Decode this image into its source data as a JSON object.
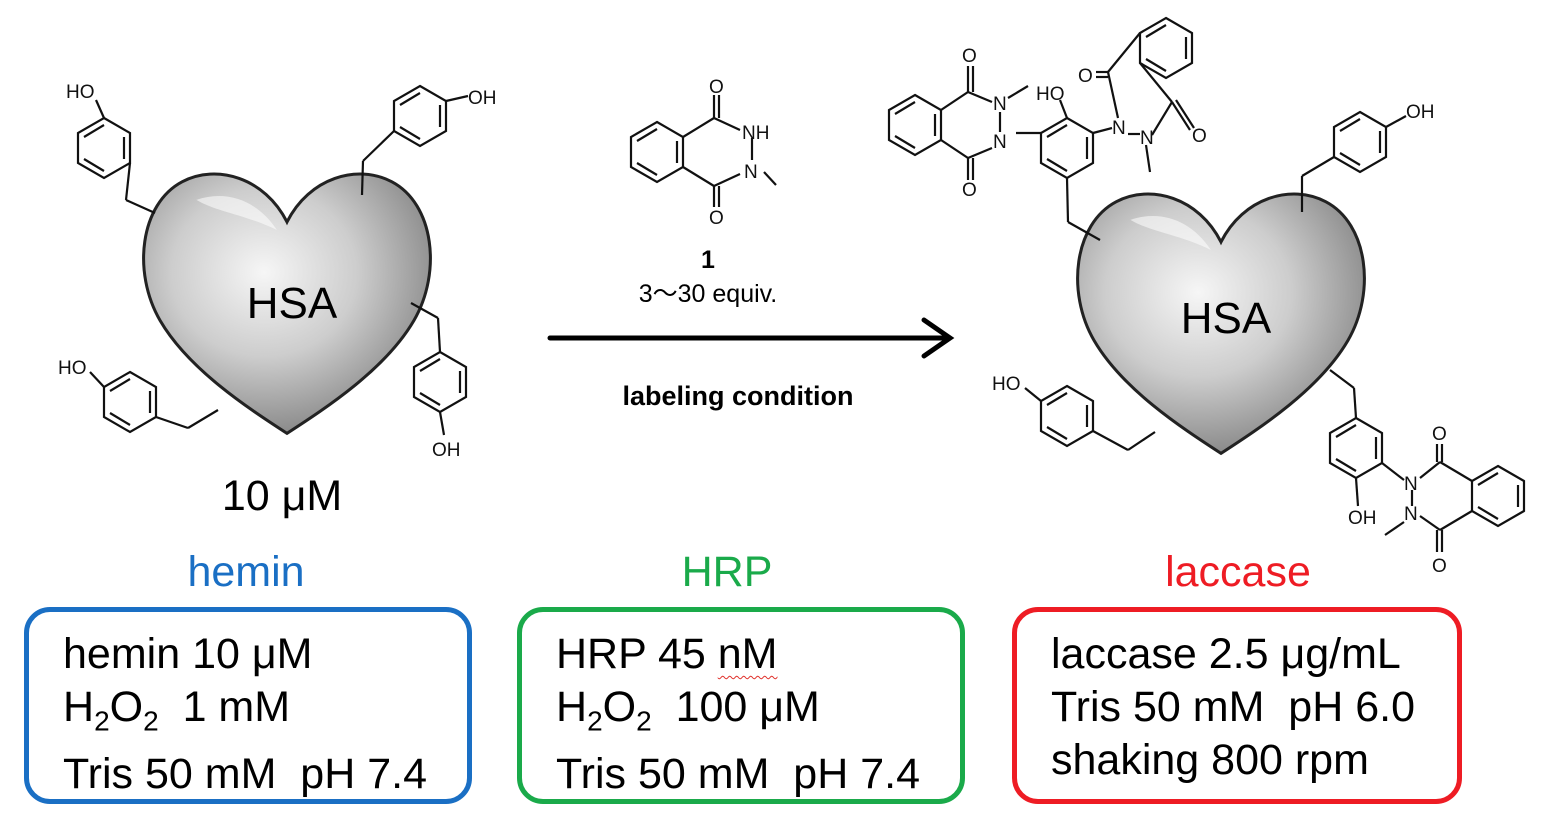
{
  "protein_label": "HSA",
  "protein_concentration": "10 μM",
  "reagent": {
    "compound_number": "1",
    "equivalents": "3～30 equiv."
  },
  "arrow_label": "labeling condition",
  "atoms": {
    "oh": "OH",
    "ho": "HO",
    "o": "O",
    "n": "N",
    "nh": "NH"
  },
  "conditions": [
    {
      "title": "hemin",
      "color": "#1a6fc4",
      "lines": [
        {
          "prefix": "hemin 10 μM"
        },
        {
          "prefix": "H",
          "sub1": "2",
          "mid": "O",
          "sub2": "2",
          "rest": "  1 mM"
        },
        {
          "prefix": "Tris 50 mM  pH 7.4"
        }
      ]
    },
    {
      "title": "HRP",
      "color": "#1aaa4a",
      "lines": [
        {
          "prefix": "HRP 45 ",
          "wavy": "nM"
        },
        {
          "prefix": "H",
          "sub1": "2",
          "mid": "O",
          "sub2": "2",
          "rest": "  100 μM"
        },
        {
          "prefix": "Tris 50 mM  pH 7.4"
        }
      ]
    },
    {
      "title": "laccase",
      "color": "#ee1c24",
      "lines": [
        {
          "prefix": "laccase 2.5 μg/mL"
        },
        {
          "prefix": "Tris 50 mM  pH 6.0"
        },
        {
          "prefix": "shaking 800 rpm"
        }
      ]
    }
  ]
}
